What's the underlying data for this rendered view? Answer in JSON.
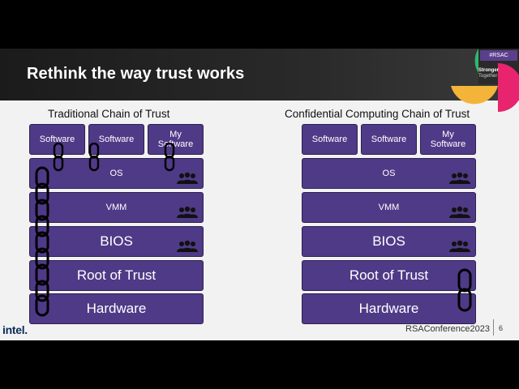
{
  "slide": {
    "title": "Rethink the way trust works",
    "page_number": "6"
  },
  "branding": {
    "hashtag": "#RSAC",
    "stronger": "Stronger",
    "together": "Together",
    "intel": "intel.",
    "rsa_conference": "RSAConference2023"
  },
  "left": {
    "title": "Traditional Chain of Trust",
    "software": [
      "Software",
      "Software",
      "My Software"
    ],
    "layers": [
      "OS",
      "VMM",
      "BIOS",
      "Root of Trust",
      "Hardware"
    ]
  },
  "right": {
    "title": "Confidential Computing Chain of Trust",
    "software": [
      "Software",
      "Software",
      "My Software"
    ],
    "layers": [
      "OS",
      "VMM",
      "BIOS",
      "Root of Trust",
      "Hardware"
    ]
  },
  "colors": {
    "box": "#4f3a87",
    "title_bar": "#1b1b1b",
    "slide_bg": "#f2f2f2"
  }
}
